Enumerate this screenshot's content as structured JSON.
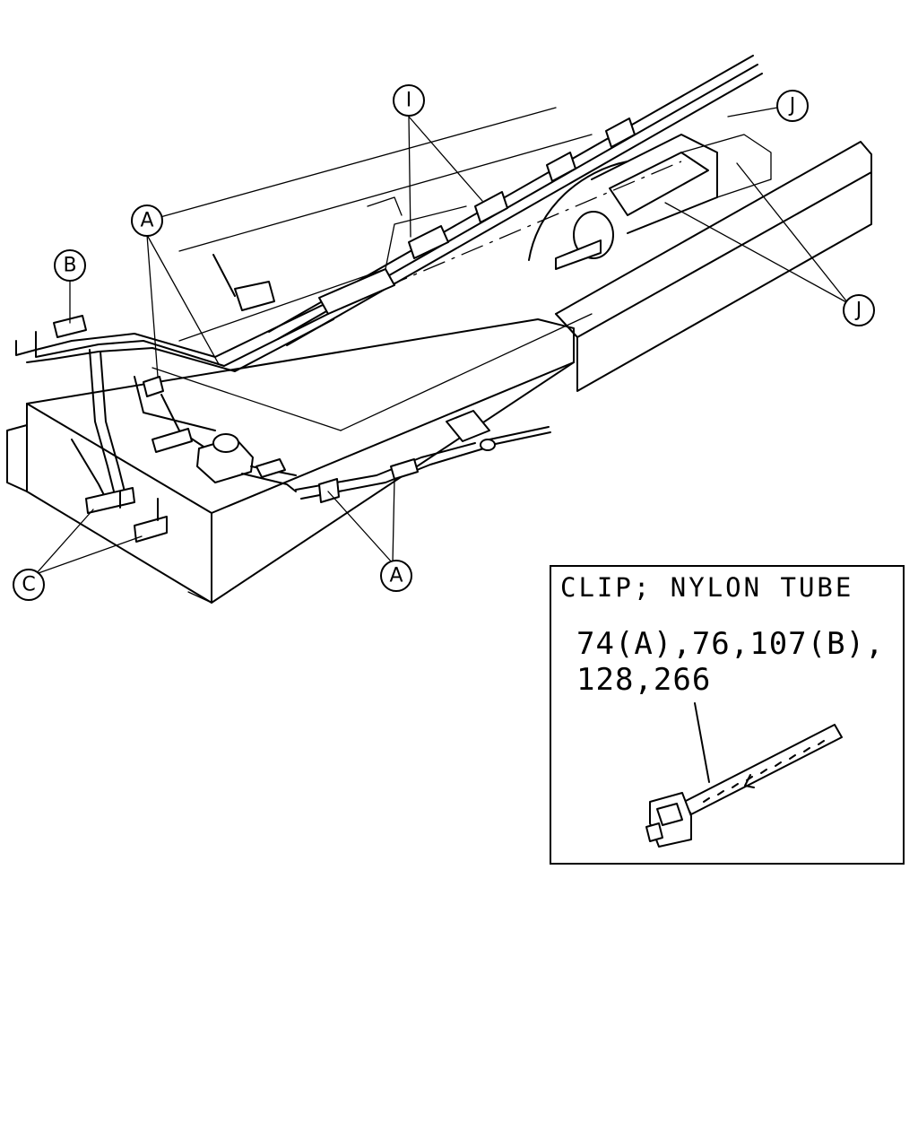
{
  "callouts": {
    "i_top": "I",
    "j_top": "J",
    "a_upper": "A",
    "b": "B",
    "j_right": "J",
    "c": "C",
    "a_lower": "A"
  },
  "legend": {
    "title": "CLIP; NYLON TUBE",
    "parts_line1": "74(A),76,107(B),",
    "parts_line2": "128,266",
    "icon": "nylon-cable-tie-clip"
  }
}
